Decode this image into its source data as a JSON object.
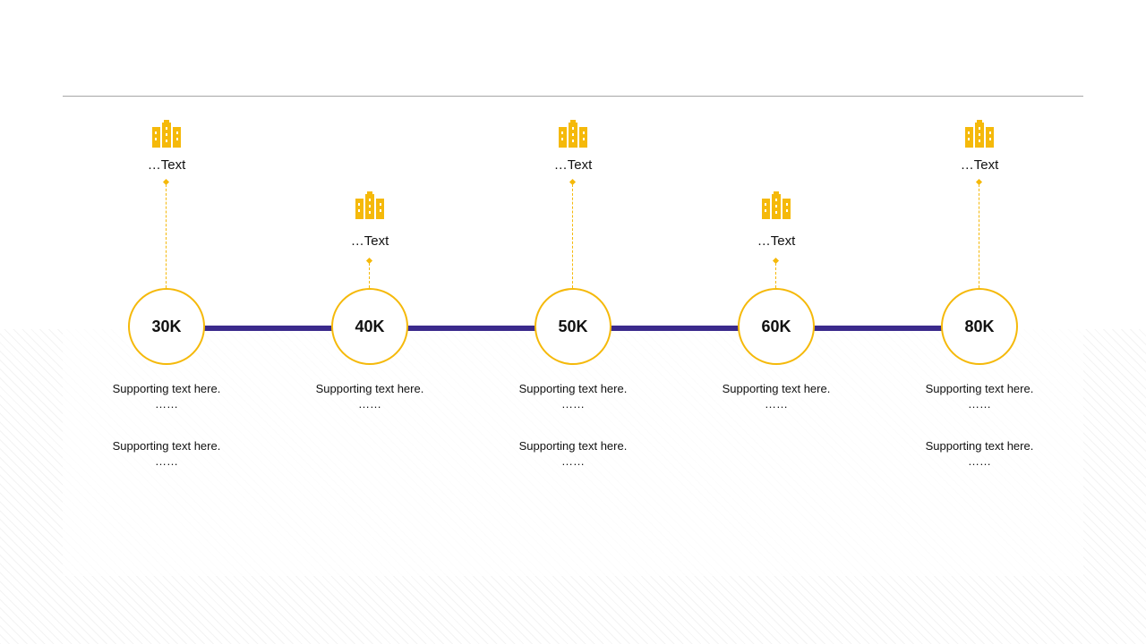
{
  "colors": {
    "accent": "#f5b90a",
    "timeline": "#3b2a8c",
    "rule": "#a6a6a6"
  },
  "milestones": [
    {
      "value": "30K",
      "label": "…Text",
      "icon": "buildings-icon",
      "notes": [
        {
          "line": "Supporting  text here.",
          "dots": "……"
        },
        {
          "line": "Supporting  text here.",
          "dots": "……"
        }
      ]
    },
    {
      "value": "40K",
      "label": "…Text",
      "icon": "buildings-icon",
      "notes": [
        {
          "line": "Supporting  text here.",
          "dots": "……"
        }
      ]
    },
    {
      "value": "50K",
      "label": "…Text",
      "icon": "buildings-icon",
      "notes": [
        {
          "line": "Supporting  text here.",
          "dots": "……"
        },
        {
          "line": "Supporting  text here.",
          "dots": "……"
        }
      ]
    },
    {
      "value": "60K",
      "label": "…Text",
      "icon": "buildings-icon",
      "notes": [
        {
          "line": "Supporting  text here.",
          "dots": "……"
        }
      ]
    },
    {
      "value": "80K",
      "label": "…Text",
      "icon": "buildings-icon",
      "notes": [
        {
          "line": "Supporting  text here.",
          "dots": "……"
        },
        {
          "line": "Supporting  text here.",
          "dots": "……"
        }
      ]
    }
  ]
}
